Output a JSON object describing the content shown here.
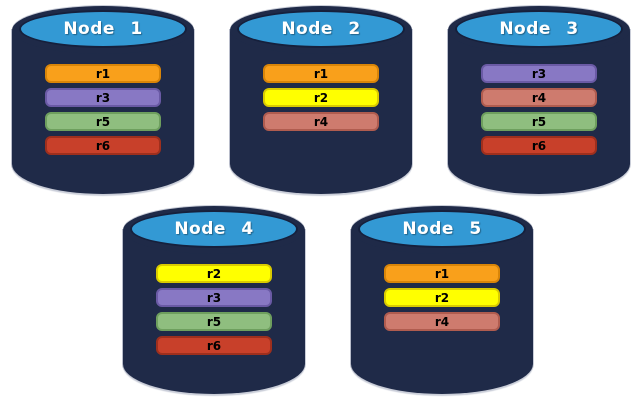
{
  "diagram": {
    "type": "database-replication-diagram",
    "nodes": [
      {
        "label": "Node 1",
        "row": 0,
        "replicas": [
          "r1",
          "r3",
          "r5",
          "r6"
        ]
      },
      {
        "label": "Node 2",
        "row": 0,
        "replicas": [
          "r1",
          "r2",
          "r4"
        ]
      },
      {
        "label": "Node 3",
        "row": 0,
        "replicas": [
          "r3",
          "r4",
          "r5",
          "r6"
        ]
      },
      {
        "label": "Node 4",
        "row": 1,
        "replicas": [
          "r2",
          "r3",
          "r5",
          "r6"
        ]
      },
      {
        "label": "Node 5",
        "row": 1,
        "replicas": [
          "r1",
          "r2",
          "r4"
        ]
      }
    ],
    "replica_colors": {
      "r1": {
        "fill": "#F9A01B",
        "border": "#D98508"
      },
      "r2": {
        "fill": "#FFFF00",
        "border": "#DACB00"
      },
      "r3": {
        "fill": "#8878C4",
        "border": "#6A5AA5"
      },
      "r4": {
        "fill": "#CE7B6E",
        "border": "#B05C4F"
      },
      "r5": {
        "fill": "#8FBE7F",
        "border": "#6E9F5E"
      },
      "r6": {
        "fill": "#C8402A",
        "border": "#9E2F1D"
      }
    },
    "colors": {
      "cylinder_body": "#1F2A48",
      "cylinder_rim_ring": "#16203C",
      "cylinder_top_face": "#3399D4",
      "background": "#FFFFFF",
      "node_label_text": "#FFFFFF",
      "replica_label_text": "#000000"
    }
  }
}
